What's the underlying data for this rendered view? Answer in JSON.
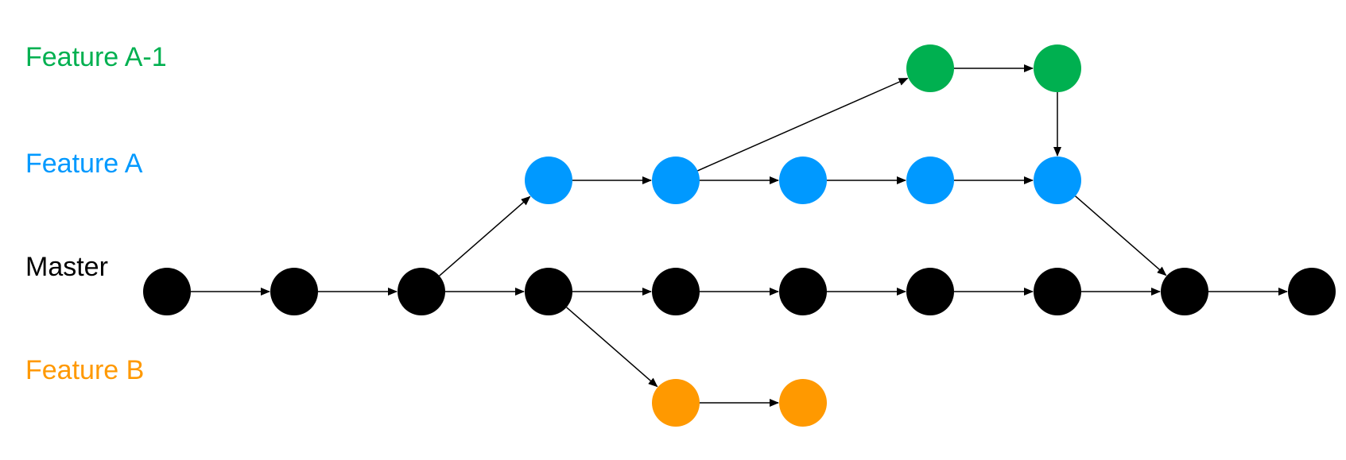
{
  "branches": [
    {
      "id": "feature_a1",
      "label": "Feature A-1",
      "color": "#00B050",
      "commit_slots": [
        6,
        7
      ]
    },
    {
      "id": "feature_a",
      "label": "Feature A",
      "color": "#0099FF",
      "commit_slots": [
        3,
        4,
        5,
        6,
        7
      ]
    },
    {
      "id": "master",
      "label": "Master",
      "color": "#000000",
      "commit_slots": [
        0,
        1,
        2,
        3,
        4,
        5,
        6,
        7,
        8,
        9
      ]
    },
    {
      "id": "feature_b",
      "label": "Feature B",
      "color": "#FF9900",
      "commit_slots": [
        4,
        5
      ]
    }
  ],
  "edges": [
    {
      "from": [
        "master",
        0
      ],
      "to": [
        "master",
        1
      ]
    },
    {
      "from": [
        "master",
        1
      ],
      "to": [
        "master",
        2
      ]
    },
    {
      "from": [
        "master",
        2
      ],
      "to": [
        "master",
        3
      ]
    },
    {
      "from": [
        "master",
        3
      ],
      "to": [
        "master",
        4
      ]
    },
    {
      "from": [
        "master",
        4
      ],
      "to": [
        "master",
        5
      ]
    },
    {
      "from": [
        "master",
        5
      ],
      "to": [
        "master",
        6
      ]
    },
    {
      "from": [
        "master",
        6
      ],
      "to": [
        "master",
        7
      ]
    },
    {
      "from": [
        "master",
        7
      ],
      "to": [
        "master",
        8
      ]
    },
    {
      "from": [
        "master",
        8
      ],
      "to": [
        "master",
        9
      ]
    },
    {
      "from": [
        "master",
        2
      ],
      "to": [
        "feature_a",
        3
      ]
    },
    {
      "from": [
        "feature_a",
        3
      ],
      "to": [
        "feature_a",
        4
      ]
    },
    {
      "from": [
        "feature_a",
        4
      ],
      "to": [
        "feature_a",
        5
      ]
    },
    {
      "from": [
        "feature_a",
        5
      ],
      "to": [
        "feature_a",
        6
      ]
    },
    {
      "from": [
        "feature_a",
        6
      ],
      "to": [
        "feature_a",
        7
      ]
    },
    {
      "from": [
        "feature_a",
        4
      ],
      "to": [
        "feature_a1",
        6
      ]
    },
    {
      "from": [
        "feature_a1",
        6
      ],
      "to": [
        "feature_a1",
        7
      ]
    },
    {
      "from": [
        "feature_a1",
        7
      ],
      "to": [
        "feature_a",
        7
      ]
    },
    {
      "from": [
        "feature_a",
        7
      ],
      "to": [
        "master",
        8
      ]
    },
    {
      "from": [
        "master",
        3
      ],
      "to": [
        "feature_b",
        4
      ]
    },
    {
      "from": [
        "feature_b",
        4
      ],
      "to": [
        "feature_b",
        5
      ]
    }
  ]
}
